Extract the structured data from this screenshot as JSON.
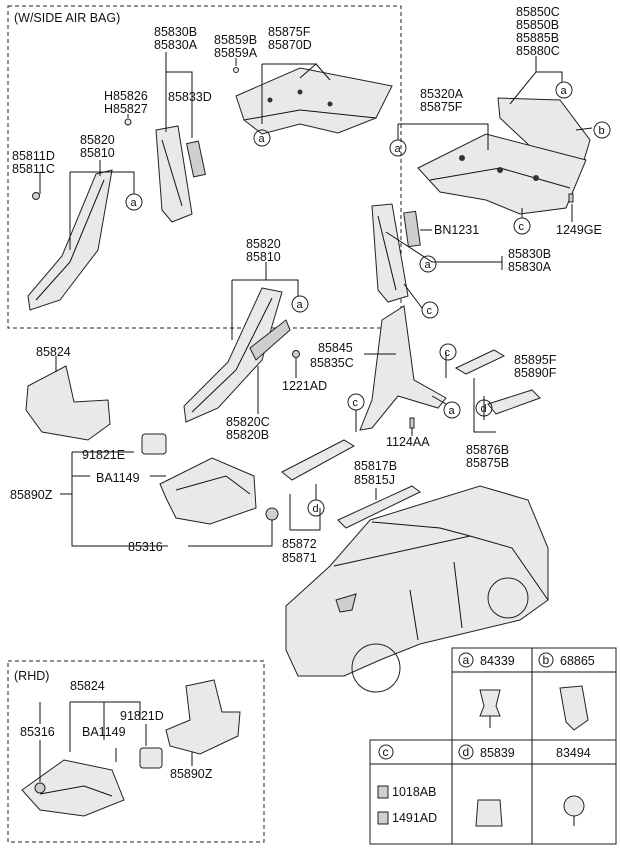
{
  "sections": {
    "side_air_bag": "(W/SIDE AIR BAG)",
    "rhd": "(RHD)"
  },
  "labels": {
    "l_85830B_top": "85830B",
    "l_85830A_top": "85830A",
    "l_85859B": "85859B",
    "l_85859A": "85859A",
    "l_85875F_top": "85875F",
    "l_85870D": "85870D",
    "l_85850C": "85850C",
    "l_85850B": "85850B",
    "l_85885B": "85885B",
    "l_85880C": "85880C",
    "l_H85826": "H85826",
    "l_H85827": "H85827",
    "l_85833D": "85833D",
    "l_85820_a": "85820",
    "l_85810_a": "85810",
    "l_85811D": "85811D",
    "l_85811C": "85811C",
    "l_85320A": "85320A",
    "l_85875F_mid": "85875F",
    "l_1249GE": "1249GE",
    "l_BN1231": "BN1231",
    "l_85830B_mid": "85830B",
    "l_85830A_mid": "85830A",
    "l_85820_b": "85820",
    "l_85810_b": "85810",
    "l_85824_a": "85824",
    "l_1221AD": "1221AD",
    "l_85845": "85845",
    "l_85835C": "85835C",
    "l_85895F": "85895F",
    "l_85890F": "85890F",
    "l_85820C": "85820C",
    "l_85820B": "85820B",
    "l_1124AA": "1124AA",
    "l_85876B": "85876B",
    "l_85875B": "85875B",
    "l_91821E": "91821E",
    "l_BA1149_a": "BA1149",
    "l_85890Z_a": "85890Z",
    "l_85817B": "85817B",
    "l_85815J": "85815J",
    "l_85316_a": "85316",
    "l_85872": "85872",
    "l_85871": "85871",
    "l_85824_b": "85824",
    "l_85316_b": "85316",
    "l_91821D": "91821D",
    "l_BA1149_b": "BA1149",
    "l_85890Z_b": "85890Z"
  },
  "callouts": {
    "a": "a",
    "b": "b",
    "c": "c",
    "d": "d"
  },
  "legend": {
    "a_letter": "a",
    "a_part": "84339",
    "b_letter": "b",
    "b_part": "68865",
    "c_letter": "c",
    "c_part1": "1018AB",
    "c_part2": "1491AD",
    "d_letter": "d",
    "d_part": "85839",
    "e_part": "83494"
  }
}
